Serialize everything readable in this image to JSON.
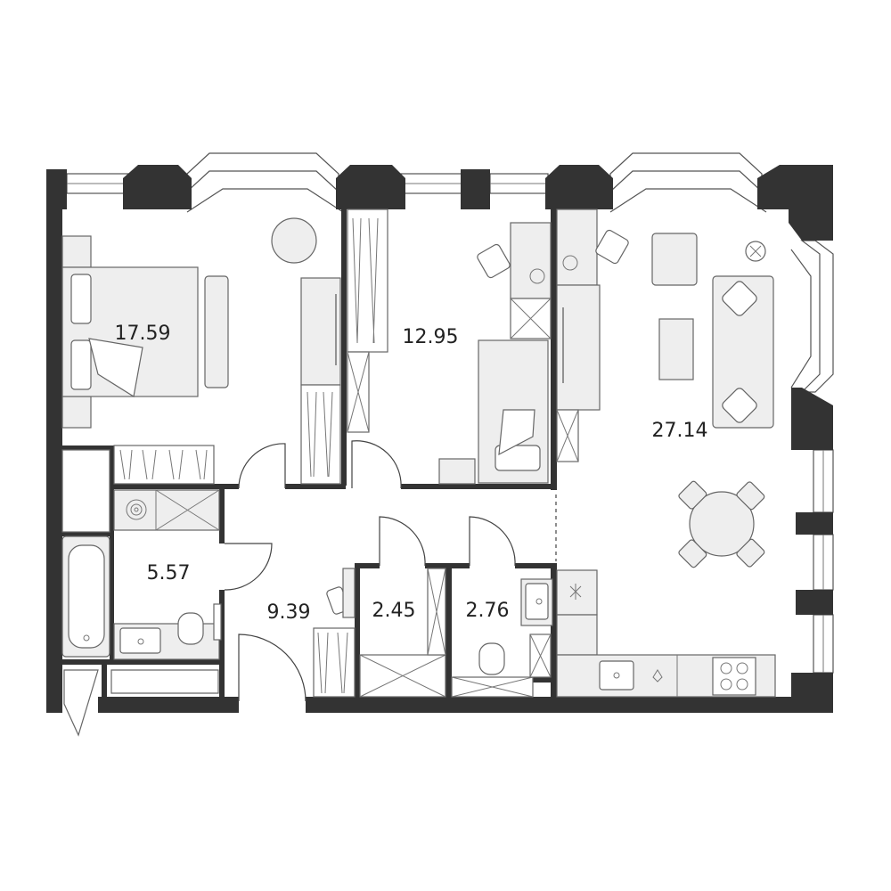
{
  "rooms": [
    {
      "id": "bedroom",
      "area": "17.59"
    },
    {
      "id": "children-room",
      "area": "12.95"
    },
    {
      "id": "living-kitchen",
      "area": "27.14"
    },
    {
      "id": "bathroom",
      "area": "5.57"
    },
    {
      "id": "hallway",
      "area": "9.39"
    },
    {
      "id": "wardrobe",
      "area": "2.45"
    },
    {
      "id": "toilet",
      "area": "2.76"
    }
  ],
  "colors": {
    "wall": "#333333",
    "furniture": "#eeeeee",
    "line": "#666666",
    "background": "#ffffff"
  }
}
